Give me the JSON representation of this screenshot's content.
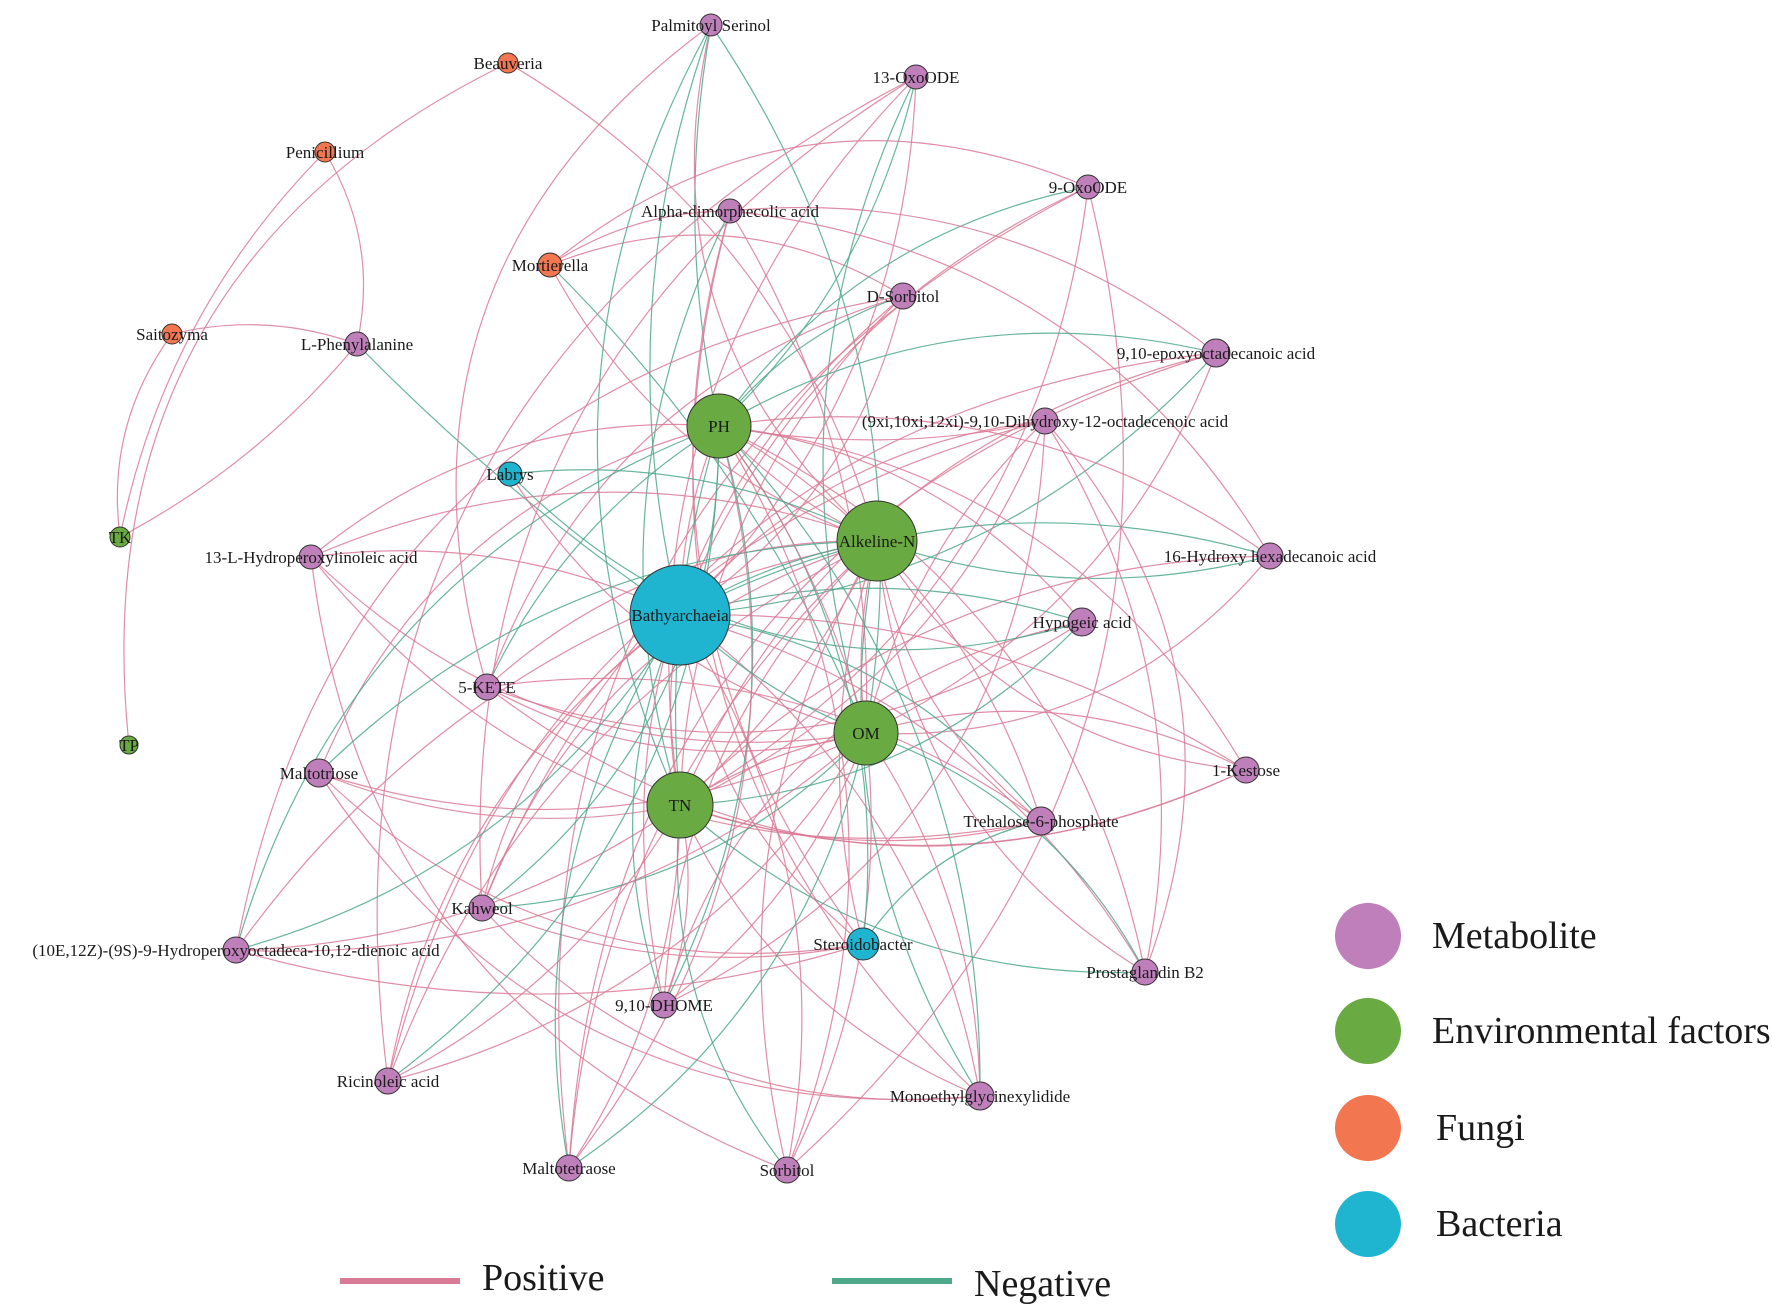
{
  "colors": {
    "metabolite": "#bf7fba",
    "environmental": "#6aaa42",
    "fungi": "#f27650",
    "bacteria": "#1fb4d0",
    "positive": "#d97a96",
    "negative": "#4ea88a"
  },
  "legend": {
    "node_types": [
      {
        "label": "Metabolite",
        "color_key": "metabolite"
      },
      {
        "label": "Environmental factors",
        "color_key": "environmental"
      },
      {
        "label": "Fungi",
        "color_key": "fungi"
      },
      {
        "label": "Bacteria",
        "color_key": "bacteria"
      }
    ],
    "edge_types": [
      {
        "label": "Positive",
        "color_key": "positive"
      },
      {
        "label": "Negative",
        "color_key": "negative"
      }
    ]
  },
  "nodes": [
    {
      "id": "PH",
      "label": "PH",
      "type": "environmental"
    },
    {
      "id": "AN",
      "label": "Alkeline-N",
      "type": "environmental"
    },
    {
      "id": "OM",
      "label": "OM",
      "type": "environmental"
    },
    {
      "id": "TN",
      "label": "TN",
      "type": "environmental"
    },
    {
      "id": "TK",
      "label": "TK",
      "type": "environmental"
    },
    {
      "id": "TP",
      "label": "TP",
      "type": "environmental"
    },
    {
      "id": "BA",
      "label": "Bathyarchaeia",
      "type": "bacteria"
    },
    {
      "id": "LB",
      "label": "Labrys",
      "type": "bacteria"
    },
    {
      "id": "SB",
      "label": "Steroidobacter",
      "type": "bacteria"
    },
    {
      "id": "BE",
      "label": "Beauveria",
      "type": "fungi"
    },
    {
      "id": "PE",
      "label": "Penicillium",
      "type": "fungi"
    },
    {
      "id": "MO",
      "label": "Mortierella",
      "type": "fungi"
    },
    {
      "id": "SA",
      "label": "Saitozyma",
      "type": "fungi"
    },
    {
      "id": "PS",
      "label": "Palmitoyl Serinol",
      "type": "metabolite"
    },
    {
      "id": "O13",
      "label": "13-OxoODE",
      "type": "metabolite"
    },
    {
      "id": "O9",
      "label": "9-OxoODE",
      "type": "metabolite"
    },
    {
      "id": "AD",
      "label": "Alpha-dimorphecolic acid",
      "type": "metabolite"
    },
    {
      "id": "DS",
      "label": "D-Sorbitol",
      "type": "metabolite"
    },
    {
      "id": "EP",
      "label": "9,10-epoxyoctadecanoic acid",
      "type": "metabolite"
    },
    {
      "id": "DH",
      "label": "(9xi,10xi,12xi)-9,10-Dihydroxy-12-octadecenoic acid",
      "type": "metabolite"
    },
    {
      "id": "LP",
      "label": "L-Phenylalanine",
      "type": "metabolite"
    },
    {
      "id": "HX",
      "label": "16-Hydroxy hexadecanoic acid",
      "type": "metabolite"
    },
    {
      "id": "HL",
      "label": "13-L-Hydroperoxylinoleic acid",
      "type": "metabolite"
    },
    {
      "id": "HY",
      "label": "Hypogeic acid",
      "type": "metabolite"
    },
    {
      "id": "KE",
      "label": "5-KETE",
      "type": "metabolite"
    },
    {
      "id": "MT",
      "label": "Maltotriose",
      "type": "metabolite"
    },
    {
      "id": "K1",
      "label": "1-Kestose",
      "type": "metabolite"
    },
    {
      "id": "T6",
      "label": "Trehalose-6-phosphate",
      "type": "metabolite"
    },
    {
      "id": "KA",
      "label": "Kahweol",
      "type": "metabolite"
    },
    {
      "id": "HP",
      "label": "(10E,12Z)-(9S)-9-Hydroperoxyoctadeca-10,12-dienoic acid",
      "type": "metabolite"
    },
    {
      "id": "PB",
      "label": "Prostaglandin B2",
      "type": "metabolite"
    },
    {
      "id": "DM",
      "label": "9,10-DHOME",
      "type": "metabolite"
    },
    {
      "id": "RA",
      "label": "Ricinoleic acid",
      "type": "metabolite"
    },
    {
      "id": "MG",
      "label": "Monoethylglycinexylidide",
      "type": "metabolite"
    },
    {
      "id": "M4",
      "label": "Maltotetraose",
      "type": "metabolite"
    },
    {
      "id": "SO",
      "label": "Sorbitol",
      "type": "metabolite"
    }
  ]
}
